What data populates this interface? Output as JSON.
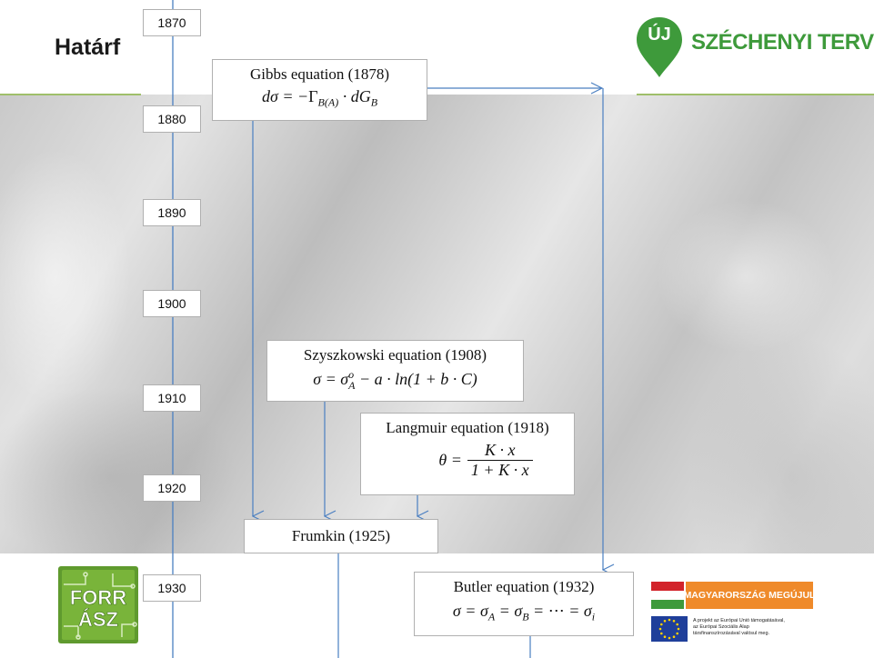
{
  "header": {
    "title": "Határf",
    "logo_badge": "ÚJ",
    "logo_text": "SZÉCHENYI TERV"
  },
  "timeline": {
    "years": [
      "1870",
      "1880",
      "1890",
      "1900",
      "1910",
      "1920",
      "1930"
    ]
  },
  "boxes": {
    "gibbs": {
      "label": "Gibbs equation (1878)",
      "equation": "dσ = −Γ_B(A) · dG_B"
    },
    "szyszkowski": {
      "label": "Szyszkowski equation (1908)",
      "equation": "σ = σ_A° − a · ln(1 + b · C)"
    },
    "langmuir": {
      "label": "Langmuir equation (1918)",
      "equation": "θ = K · x / (1 + K · x)",
      "numerator": "K · x",
      "denominator": "1 + K · x",
      "lhs": "θ ="
    },
    "frumkin": {
      "label": "Frumkin (1925)"
    },
    "butler": {
      "label": "Butler equation (1932)",
      "equation": "σ = σ_A = σ_B = ⋯ = σ_i"
    }
  },
  "footer": {
    "forras_logo_text": "FORRÁSZ",
    "mm_banner_text": "MAGYARORSZÁG MEGÚJUL",
    "eu_text_line1": "A projekt az Európai Unió támogatásával,",
    "eu_text_line2": "az Európai Szociális Alap",
    "eu_text_line3": "társfinanszírozásával valósul meg."
  },
  "colors": {
    "accent_green": "#3e9a3b",
    "connector_blue": "#4a7fc1",
    "divider_green": "#9fbf6a"
  }
}
